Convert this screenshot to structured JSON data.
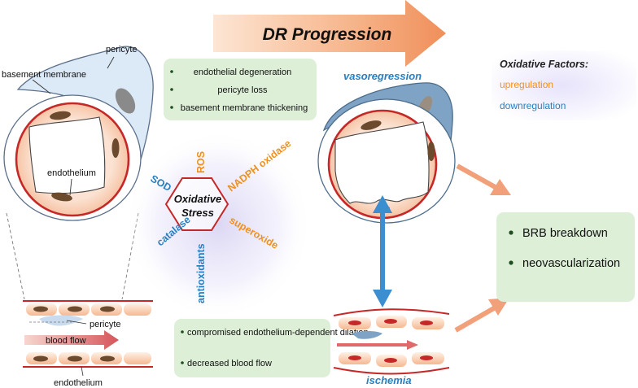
{
  "header": {
    "title": "DR Progression"
  },
  "legend": {
    "title": "Oxidative Factors:",
    "up_label": "upregulation",
    "down_label": "downregulation",
    "up_color": "#f0901e",
    "down_color": "#2a7fc0"
  },
  "vessel_labels": {
    "basement_membrane": "basement membrane",
    "pericyte": "pericyte",
    "endothelium": "endothelium",
    "small_pericyte": "pericyte",
    "blood_flow": "blood flow",
    "small_endothelium": "endothelium"
  },
  "early_changes": [
    "endothelial degeneration",
    "pericyte loss",
    "basement membrane thickening"
  ],
  "stress": {
    "center_line1": "Oxidative",
    "center_line2": "Stress",
    "ros": "ROS",
    "nadph": "NADPH oxidase",
    "superoxide": "superoxide",
    "antioxidants": "antioxidants",
    "catalase": "catalase",
    "sod": "SOD"
  },
  "late_changes": [
    "compromised endothelium-dependent dilation",
    "decreased blood flow"
  ],
  "vasoregression_label": "vasoregression",
  "ischemia_label": "ischemia",
  "outcomes": [
    "BRB breakdown",
    "neovascularization"
  ]
}
